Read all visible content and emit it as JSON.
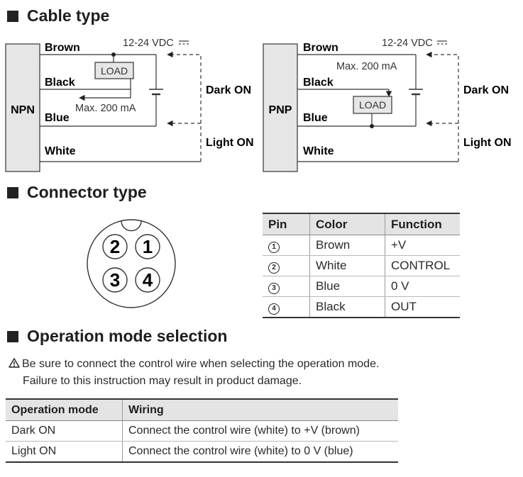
{
  "sections": {
    "cable": "Cable type",
    "connector": "Connector type",
    "operation": "Operation mode selection"
  },
  "cable": {
    "voltage": "12-24 VDC",
    "load": "LOAD",
    "max_current": "Max. 200 mA",
    "dark_on": "Dark ON",
    "light_on": "Light ON",
    "wires": {
      "brown": "Brown",
      "black": "Black",
      "blue": "Blue",
      "white": "White"
    },
    "npn_label": "NPN",
    "pnp_label": "PNP"
  },
  "connector": {
    "pins": [
      "2",
      "1",
      "3",
      "4"
    ]
  },
  "pin_table": {
    "headers": [
      "Pin",
      "Color",
      "Function"
    ],
    "rows": [
      {
        "pin": "1",
        "color": "Brown",
        "function": "+V"
      },
      {
        "pin": "2",
        "color": "White",
        "function": "CONTROL"
      },
      {
        "pin": "3",
        "color": "Blue",
        "function": "0 V"
      },
      {
        "pin": "4",
        "color": "Black",
        "function": "OUT"
      }
    ]
  },
  "warning": {
    "icon": "warning-triangle-icon",
    "line1": "Be sure to connect the control wire when selecting the operation mode.",
    "line2": "Failure to this instruction may result in product damage."
  },
  "op_table": {
    "headers": [
      "Operation mode",
      "Wiring"
    ],
    "rows": [
      {
        "mode": "Dark ON",
        "wiring": "Connect the control wire (white) to +V (brown)"
      },
      {
        "mode": "Light ON",
        "wiring": "Connect the control wire (white) to 0 V (blue)"
      }
    ]
  },
  "colors": {
    "text": "#1e1e1e",
    "box_fill": "#e6e6e6",
    "header_fill": "#e4e4e4"
  }
}
